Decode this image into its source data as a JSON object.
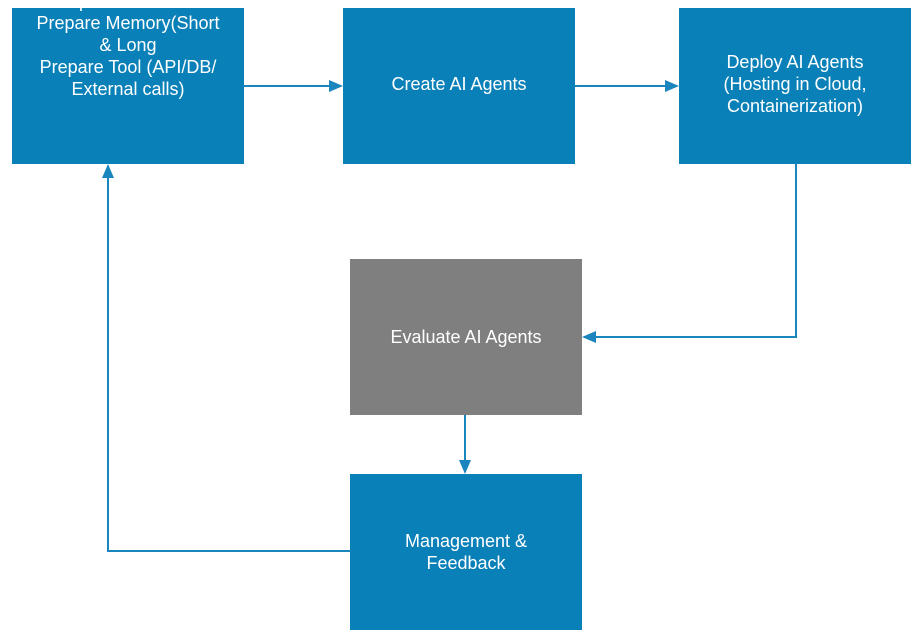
{
  "colors": {
    "box_blue": "#0a80b8",
    "box_gray": "#7f7f7f",
    "arrow": "#1a86bd",
    "text": "#ffffff"
  },
  "nodes": {
    "prepare": {
      "lines": [
        "Prepare Data &  LM",
        "Prepare Memory(Short",
        "& Long",
        "Prepare Tool (API/DB/",
        "External calls)"
      ]
    },
    "create": {
      "lines": [
        "Create AI Agents"
      ]
    },
    "deploy": {
      "lines": [
        "Deploy AI Agents",
        "(Hosting in Cloud,",
        "Containerization)"
      ]
    },
    "evaluate": {
      "lines": [
        "Evaluate AI Agents"
      ]
    },
    "manage": {
      "lines": [
        "Management &",
        "Feedback"
      ]
    }
  },
  "edges": [
    {
      "from": "prepare",
      "to": "create"
    },
    {
      "from": "create",
      "to": "deploy"
    },
    {
      "from": "deploy",
      "to": "evaluate"
    },
    {
      "from": "evaluate",
      "to": "manage"
    },
    {
      "from": "manage",
      "to": "prepare"
    }
  ]
}
